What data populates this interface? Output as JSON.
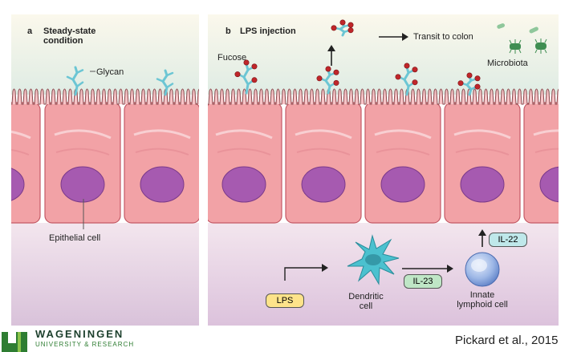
{
  "panel_a": {
    "letter": "a",
    "title_line1": "Steady-state",
    "title_line2": "condition",
    "glycan_label": "Glycan",
    "epithelial_label": "Epithelial cell"
  },
  "panel_b": {
    "letter": "b",
    "title": "LPS injection",
    "fucose_label": "Fucose",
    "transit_label": "Transit to colon",
    "microbiota_label": "Microbiota",
    "dendritic_line1": "Dendritic",
    "dendritic_line2": "cell",
    "innate_line1": "Innate",
    "innate_line2": "lymphoid cell",
    "lps_tag": "LPS",
    "il23_tag": "IL-23",
    "il22_tag": "IL-22"
  },
  "colors": {
    "mucus": "#eef3e8",
    "epithelium": "#f2a2a6",
    "nucleus": "#a65ab0",
    "lamina": "#efdbe6",
    "lps_fill": "#fde38a",
    "il_fill": "#bfe6c6",
    "il22_fill": "#bfe8ea",
    "dendritic": "#4bc1cf",
    "innate": "#7f9fd8",
    "fucose": "#c0262a",
    "glycan": "#6cc6d4"
  },
  "footer": {
    "logo_name": "WAGENINGEN",
    "logo_sub": "UNIVERSITY & RESEARCH",
    "citation": "Pickard et al., 2015"
  }
}
